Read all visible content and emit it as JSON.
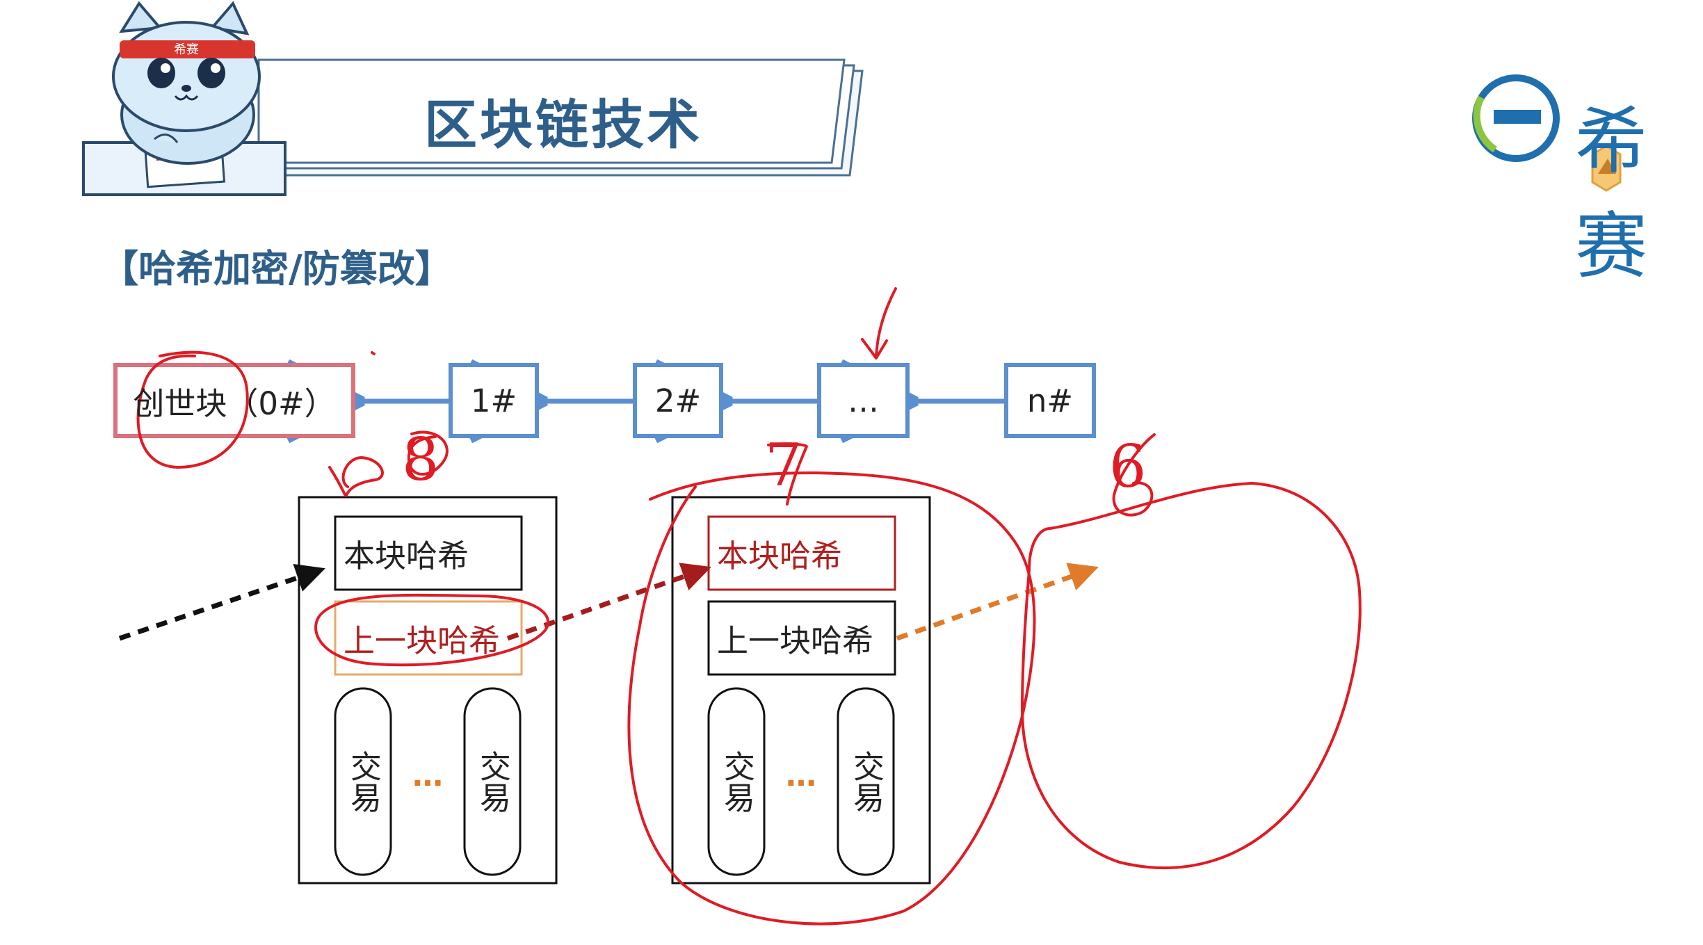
{
  "slide": {
    "title": "区块链技术",
    "section_heading": "【哈希加密/防篡改】"
  },
  "mascot": {
    "headband_text": "希赛"
  },
  "logo": {
    "text": "希赛",
    "icon": "e-circle-logo-icon"
  },
  "chain": {
    "blocks": [
      {
        "label": "创世块（0#）"
      },
      {
        "label": "1#"
      },
      {
        "label": "2#"
      },
      {
        "label": "…"
      },
      {
        "label": "n#"
      }
    ]
  },
  "block_details": [
    {
      "this_hash": "本块哈希",
      "prev_hash": "上一块哈希",
      "tx_left": "交易",
      "tx_right": "交易",
      "dots": "…"
    },
    {
      "this_hash": "本块哈希",
      "prev_hash": "上一块哈希",
      "tx_left": "交易",
      "tx_right": "交易",
      "dots": "…"
    }
  ],
  "handwriting": {
    "numbers": [
      "8",
      "7",
      "6"
    ]
  },
  "colors": {
    "title_blue": "#2e5f8a",
    "chain_blue": "#5b8fcf",
    "genesis_pink": "#d9727c",
    "ink_red": "#e01b24",
    "hash_red": "#b01e1e",
    "arrow_orange": "#e07b2a",
    "arrow_black": "#111111"
  }
}
